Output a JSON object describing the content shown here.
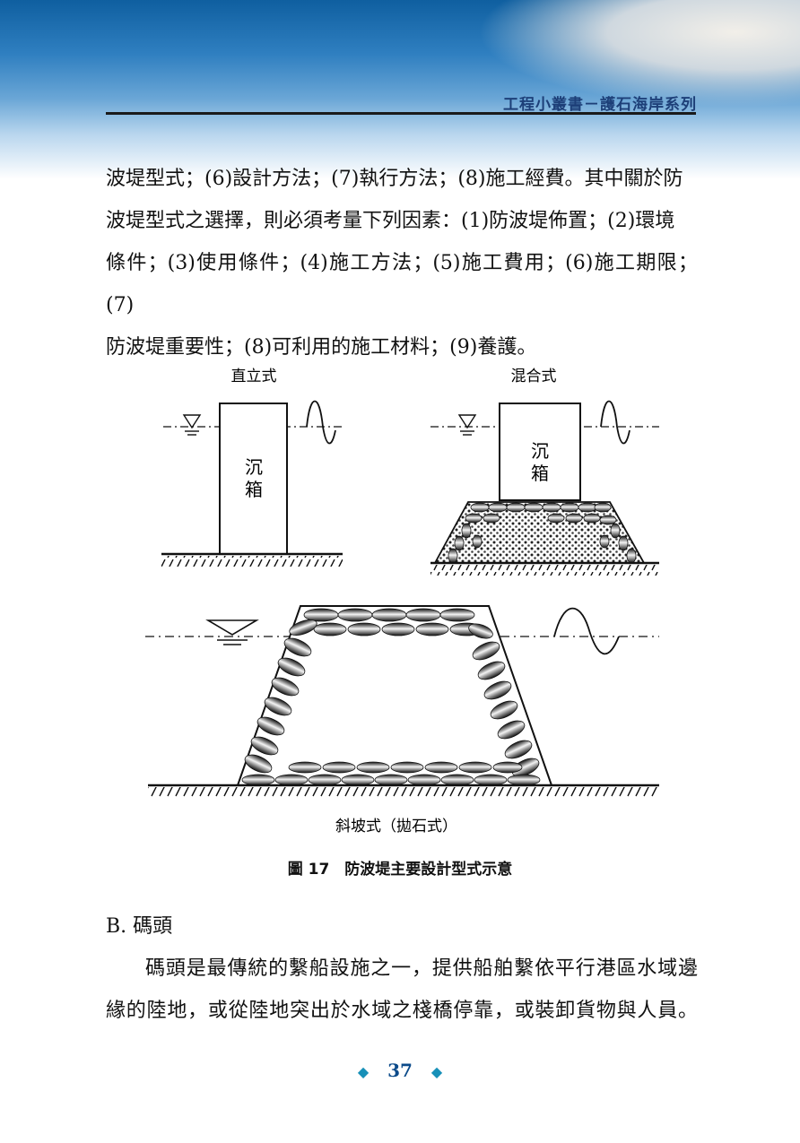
{
  "header": {
    "series_title": "工程小叢書－護石海岸系列"
  },
  "body": {
    "paragraph_1_lines": [
      "波堤型式；(6)設計方法；(7)執行方法；(8)施工經費。其中關於防",
      "波堤型式之選擇，則必須考量下列因素：(1)防波堤佈置；(2)環境",
      "條件；(3)使用條件；(4)施工方法；(5)施工費用；(6)施工期限；(7)",
      "防波堤重要性；(8)可利用的施工材料；(9)養護。"
    ],
    "section_heading": "B. 碼頭",
    "paragraph_2_lines": [
      "碼頭是最傳統的繫船設施之一，提供船舶繫依平行港區水域邊",
      "緣的陸地，或從陸地突出於水域之棧橋停靠，或裝卸貨物與人員。"
    ]
  },
  "figure": {
    "caption": "圖 17　防波堤主要設計型式示意",
    "panels": {
      "vertical": {
        "label": "直立式",
        "caisson_text_1": "沉",
        "caisson_text_2": "箱"
      },
      "composite": {
        "label": "混合式",
        "caisson_text_1": "沉",
        "caisson_text_2": "箱"
      },
      "rubble": {
        "label": "斜坡式（拋石式）"
      }
    }
  },
  "footer": {
    "page_number": "37",
    "diamond_glyph": "◆"
  },
  "colors": {
    "series_title": "#1d3f78",
    "page_number": "#0b4a8a",
    "diamond": "#1790b8",
    "ink": "#111111"
  }
}
